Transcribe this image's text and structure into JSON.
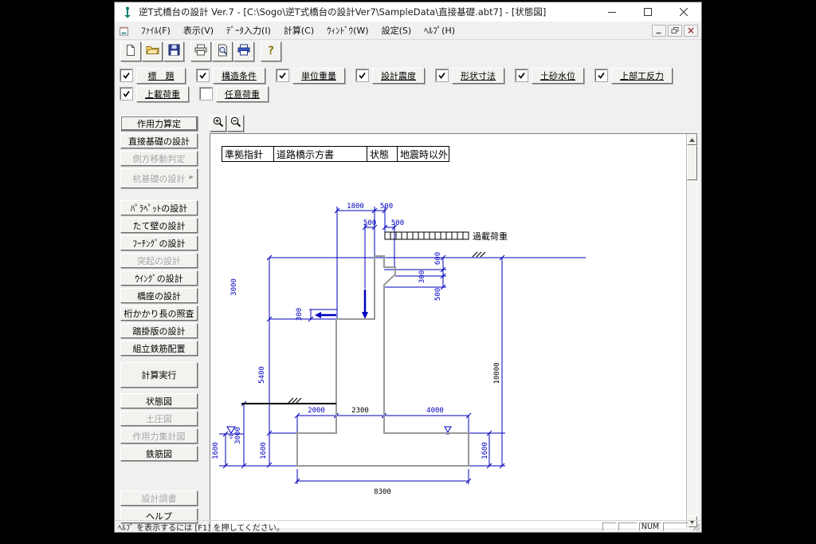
{
  "colors": {
    "dimension_blue": "#0000bf",
    "structure_gray": "#999999",
    "ink_black": "#000000",
    "chrome_gray": "#f0f0f0"
  },
  "window": {
    "title": "逆T式橋台の設計 Ver.7 - [C:\\Sogo\\逆T式橋台の設計Ver7\\SampleData\\直接基礎.abt7] - [状態図]"
  },
  "menubar": {
    "items": [
      {
        "label": "ﾌｧｲﾙ(F)"
      },
      {
        "label": "表示(V)"
      },
      {
        "label": "ﾃﾞｰﾀ入力(I)"
      },
      {
        "label": "計算(C)"
      },
      {
        "label": "ｳｨﾝﾄﾞｳ(W)"
      },
      {
        "label": "設定(S)"
      },
      {
        "label": "ﾍﾙﾌﾟ(H)"
      }
    ]
  },
  "toolbar": {
    "buttons": [
      {
        "icon": "new-document-icon"
      },
      {
        "icon": "open-folder-icon"
      },
      {
        "icon": "save-icon"
      },
      {
        "icon": "print-icon"
      },
      {
        "icon": "print-preview-icon"
      },
      {
        "icon": "print-setup-icon"
      },
      {
        "icon": "help-icon"
      }
    ]
  },
  "toggles": {
    "rows": [
      [
        {
          "label": "標　題",
          "checked": true
        },
        {
          "label": "構造条件",
          "checked": true
        },
        {
          "label": "単位重量",
          "checked": true
        },
        {
          "label": "設計震度",
          "checked": true
        },
        {
          "label": "形状寸法",
          "checked": true
        },
        {
          "label": "土砂水位",
          "checked": true
        },
        {
          "label": "上部工反力",
          "checked": true
        }
      ],
      [
        {
          "label": "上載荷重",
          "checked": true
        },
        {
          "label": "任意荷重",
          "checked": false
        }
      ]
    ]
  },
  "sidebar": {
    "buttons": [
      {
        "label": "作用力算定",
        "enabled": true,
        "focused": true
      },
      {
        "label": "直接基礎の設計",
        "enabled": true
      },
      {
        "label": "側方移動判定",
        "enabled": false
      },
      {
        "label": "杭基礎の設計",
        "enabled": false,
        "submenu": true
      },
      {
        "label": "ﾊﾟﾗﾍﾟｯﾄの設計",
        "enabled": true
      },
      {
        "label": "たて壁の設計",
        "enabled": true
      },
      {
        "label": "ﾌｰﾁﾝｸﾞの設計",
        "enabled": true
      },
      {
        "label": "突起の設計",
        "enabled": false
      },
      {
        "label": "ｳｲﾝｸﾞの設計",
        "enabled": true
      },
      {
        "label": "橋座の設計",
        "enabled": true
      },
      {
        "label": "桁かかり長の照査",
        "enabled": true
      },
      {
        "label": "踏掛版の設計",
        "enabled": true
      },
      {
        "label": "組立鉄筋配置",
        "enabled": true
      },
      {
        "label": "計算実行",
        "enabled": true
      },
      {
        "label": "状態図",
        "enabled": true
      },
      {
        "label": "土圧図",
        "enabled": false
      },
      {
        "label": "作用力集計図",
        "enabled": false
      },
      {
        "label": "鉄筋図",
        "enabled": true
      },
      {
        "label": "設計調書",
        "enabled": false
      },
      {
        "label": "ヘルプ",
        "enabled": true
      }
    ]
  },
  "canvas": {
    "zoom_buttons": [
      {
        "icon": "zoom-in-icon"
      },
      {
        "icon": "zoom-out-icon"
      }
    ],
    "info_table": {
      "guideline_label": "準拠指針",
      "guideline_value": "道路橋示方書",
      "state_label": "状態",
      "state_value": "地震時以外"
    },
    "surcharge_label": "過載荷重",
    "dims": {
      "top_1800": "1800",
      "top_500": "500",
      "seat_500a": "500",
      "seat_500b": "500",
      "right_600": "600",
      "right_300": "300",
      "right_500": "500",
      "parapet_3000": "3000",
      "offset_300": "300",
      "stem_5400": "5400",
      "heel_2000": "2000",
      "stem_2300": "2300",
      "toe_4000": "4000",
      "water_1600": "1600",
      "front_3000": "3000",
      "footing_left_1600": "1600",
      "footing_right_1600": "1600",
      "wall_10000": "10000",
      "footing_8300": "8300"
    }
  },
  "statusbar": {
    "message": "ﾍﾙﾌﾟ を表示するには [F1] を押してください。",
    "num_label": "NUM"
  }
}
